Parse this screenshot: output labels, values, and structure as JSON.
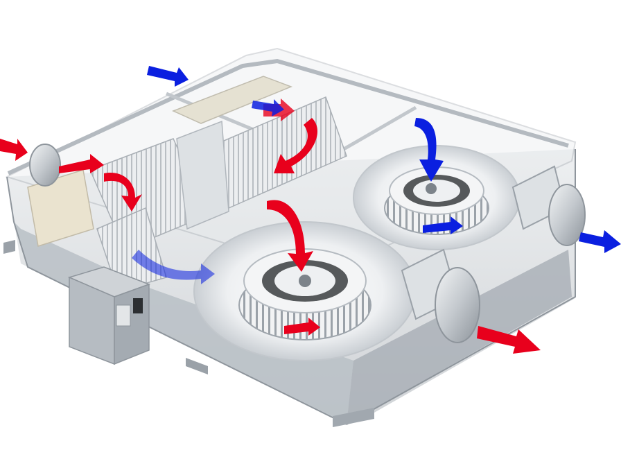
{
  "image": {
    "subject": "ventilation-unit-cutaway",
    "background_color": "#ffffff"
  },
  "palette": {
    "fresh_air": "#e8001c",
    "exhaust_air": "#0a1fe0",
    "housing_steel": "#c9ced4",
    "housing_dark": "#8e959c",
    "fan_white": "#f4f5f6",
    "core_ribs": "#d8dbde"
  },
  "airflow": {
    "fresh_arrows": 8,
    "exhaust_arrows": 6
  }
}
